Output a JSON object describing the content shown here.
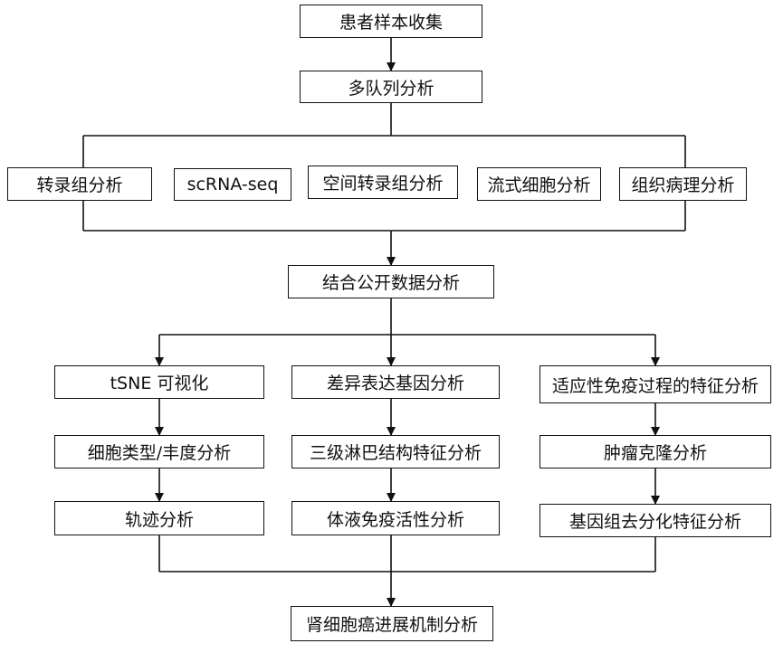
{
  "nodes": {
    "collect": "患者样本收集",
    "multicohort": "多队列分析",
    "transcriptome": "转录组分析",
    "scrna": "scRNA-seq",
    "spatial": "空间转录组分析",
    "flow": "流式细胞分析",
    "histopath": "组织病理分析",
    "public_data": "结合公开数据分析",
    "tsne": "tSNE 可视化",
    "cell_type": "细胞类型/丰度分析",
    "trajectory": "轨迹分析",
    "deg": "差异表达基因分析",
    "tls": "三级淋巴结构特征分析",
    "humoral": "体液免疫活性分析",
    "adaptive": "适应性免疫过程的特征分析",
    "clonal": "肿瘤克隆分析",
    "genome_diff": "基因组去分化特征分析",
    "mechanism": "肾细胞癌进展机制分析"
  }
}
